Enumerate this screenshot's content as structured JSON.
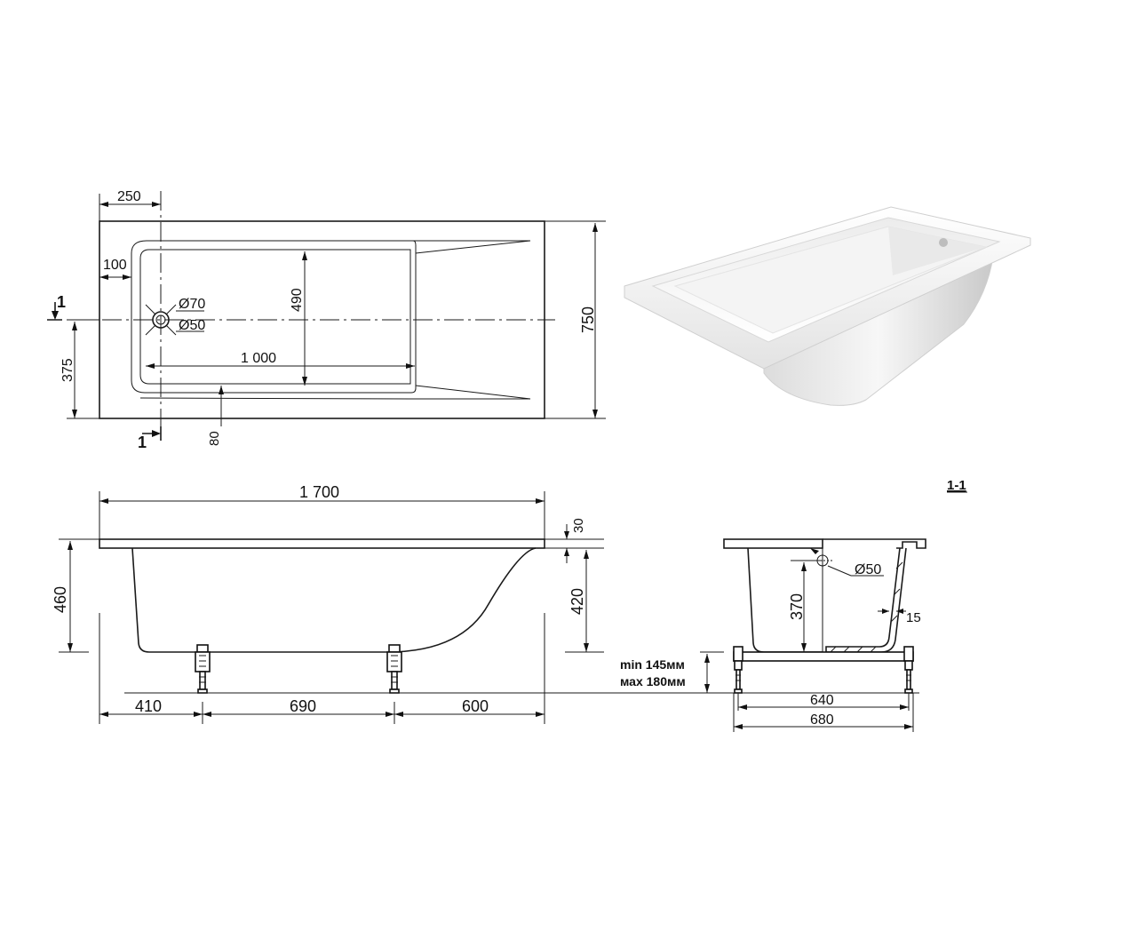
{
  "top_view": {
    "dim_drain_offset": "250",
    "dim_rim_inner": "100",
    "dim_inner_width": "490",
    "dim_inner_length": "1 000",
    "dim_half_width": "375",
    "dim_total_width": "750",
    "dim_drain_gap": "80",
    "drain_outer": "Ø70",
    "drain_inner": "Ø50",
    "section_mark": "1"
  },
  "side_view": {
    "dim_total_length": "1 700",
    "dim_total_height": "460",
    "dim_rim": "30",
    "dim_body_height": "420",
    "dim_leg1": "410",
    "dim_leg2": "690",
    "dim_leg3": "600",
    "leg_min": "min 145мм",
    "leg_max": "мах 180мм"
  },
  "section_view": {
    "title": "1-1",
    "drain": "Ø50",
    "dim_depth": "370",
    "dim_wall": "15",
    "dim_frame_inner": "640",
    "dim_frame_outer": "680"
  },
  "colors": {
    "line": "#1a1a1a",
    "background": "#ffffff"
  }
}
